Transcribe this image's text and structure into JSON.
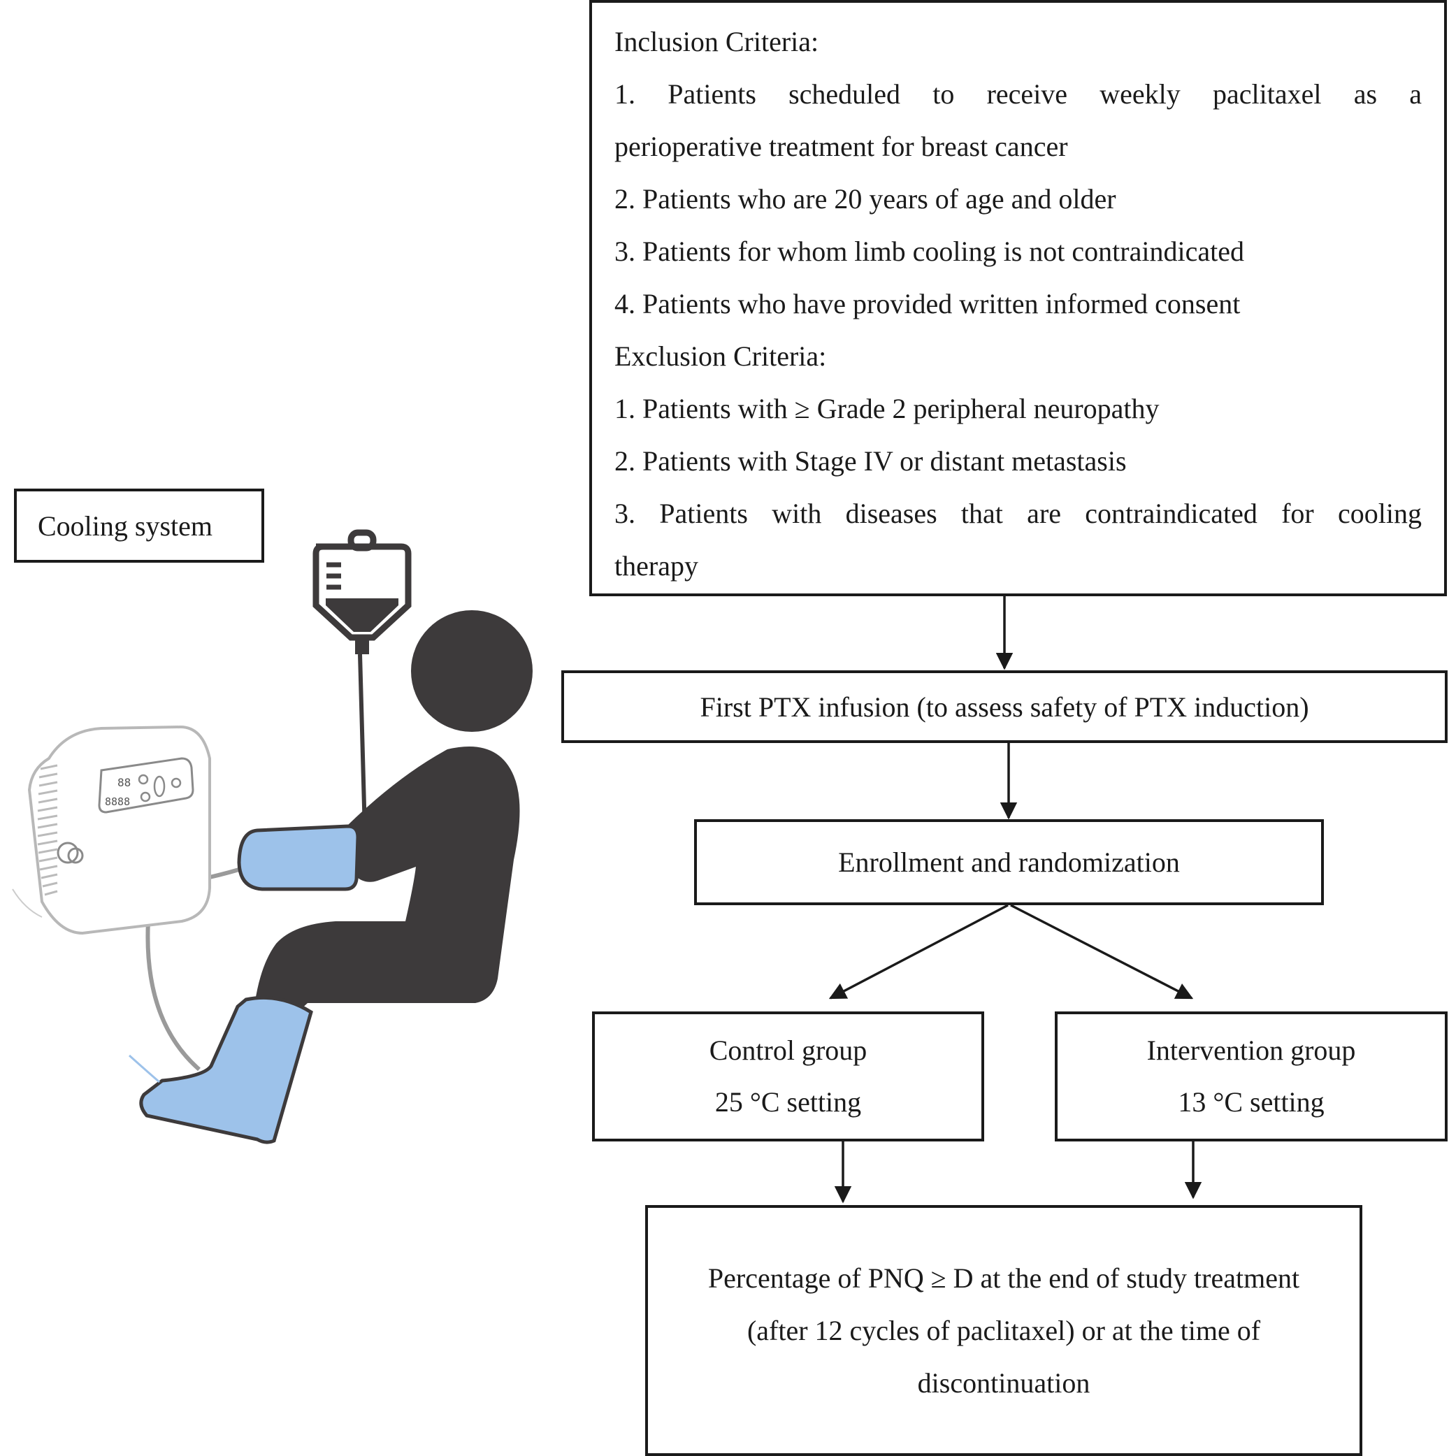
{
  "criteria": {
    "inclusion_title": "Inclusion Criteria:",
    "inclusion_items": [
      [
        "1.  Patients  scheduled  to  receive  weekly  paclitaxel  as  a",
        "perioperative treatment for breast cancer"
      ],
      [
        "2. Patients who are 20 years of age and older"
      ],
      [
        "3. Patients for whom limb cooling is not contraindicated"
      ],
      [
        "4. Patients who have provided written informed consent"
      ]
    ],
    "exclusion_title": "Exclusion Criteria:",
    "exclusion_items": [
      [
        "1. Patients with ≥ Grade 2 peripheral neuropathy"
      ],
      [
        "2. Patients with Stage IV or distant metastasis"
      ],
      [
        "3.  Patients  with  diseases  that  are  contraindicated  for  cooling",
        "therapy"
      ]
    ]
  },
  "cooling_label": "Cooling system",
  "first_infusion": "First PTX infusion (to assess safety of PTX induction)",
  "enrollment": "Enrollment and randomization",
  "control": {
    "name": "Control group",
    "setting": "25 °C setting"
  },
  "intervention": {
    "name": "Intervention group",
    "setting": "13 °C setting"
  },
  "outcome": [
    "Percentage of PNQ ≥ D at the end of study treatment",
    "(after 12 cycles of paclitaxel) or at the time of",
    "discontinuation"
  ],
  "device": {
    "display_top": "88",
    "display_bottom": "8888"
  },
  "colors": {
    "line": "#1a1a1a",
    "figure": "#3d3a3b",
    "cooling_pad": "#9dc2ea",
    "device_outline": "#b8b8b8"
  }
}
